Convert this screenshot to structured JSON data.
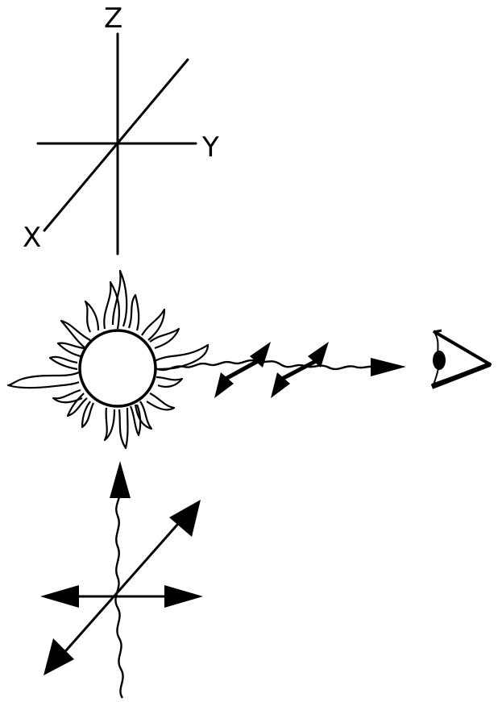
{
  "axes": {
    "z_label": "Z",
    "y_label": "Y",
    "x_label": "X"
  },
  "icons": {
    "source": "sun-icon",
    "observer": "eye-icon"
  },
  "colors": {
    "ink": "#000000",
    "paper": "#ffffff"
  }
}
